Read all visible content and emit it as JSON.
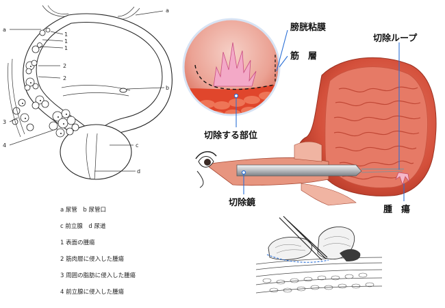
{
  "left_diagram": {
    "labels": {
      "a_top": "a",
      "a_left": "a",
      "one_1": "1",
      "one_2": "1",
      "one_3": "1",
      "two_1": "2",
      "two_2": "2",
      "b": "b",
      "three": "3",
      "four": "4",
      "c": "c",
      "d": "d"
    },
    "legend": [
      "a 尿管　b 尿管口",
      "c 前立腺　d 尿道",
      "1 表面の腫瘍",
      "2 筋肉層に侵入した腫瘍",
      "3 周囲の脂肪に侵入した腫瘍",
      "4 前立腺に侵入した腫瘍"
    ]
  },
  "right_diagram": {
    "labels": {
      "mucosa": "膀胱粘膜",
      "muscle": "筋　層",
      "resection_site": "切除する部位",
      "loop": "切除ループ",
      "scope": "切除鏡",
      "tumor": "腫　瘍"
    }
  },
  "colors": {
    "bladder_wall": "#d9533f",
    "bladder_inner": "#e98a7a",
    "muscle_red": "#e04a2e",
    "leader_blue": "#2a6fd6",
    "tumor_pink": "#f5b7c8"
  }
}
